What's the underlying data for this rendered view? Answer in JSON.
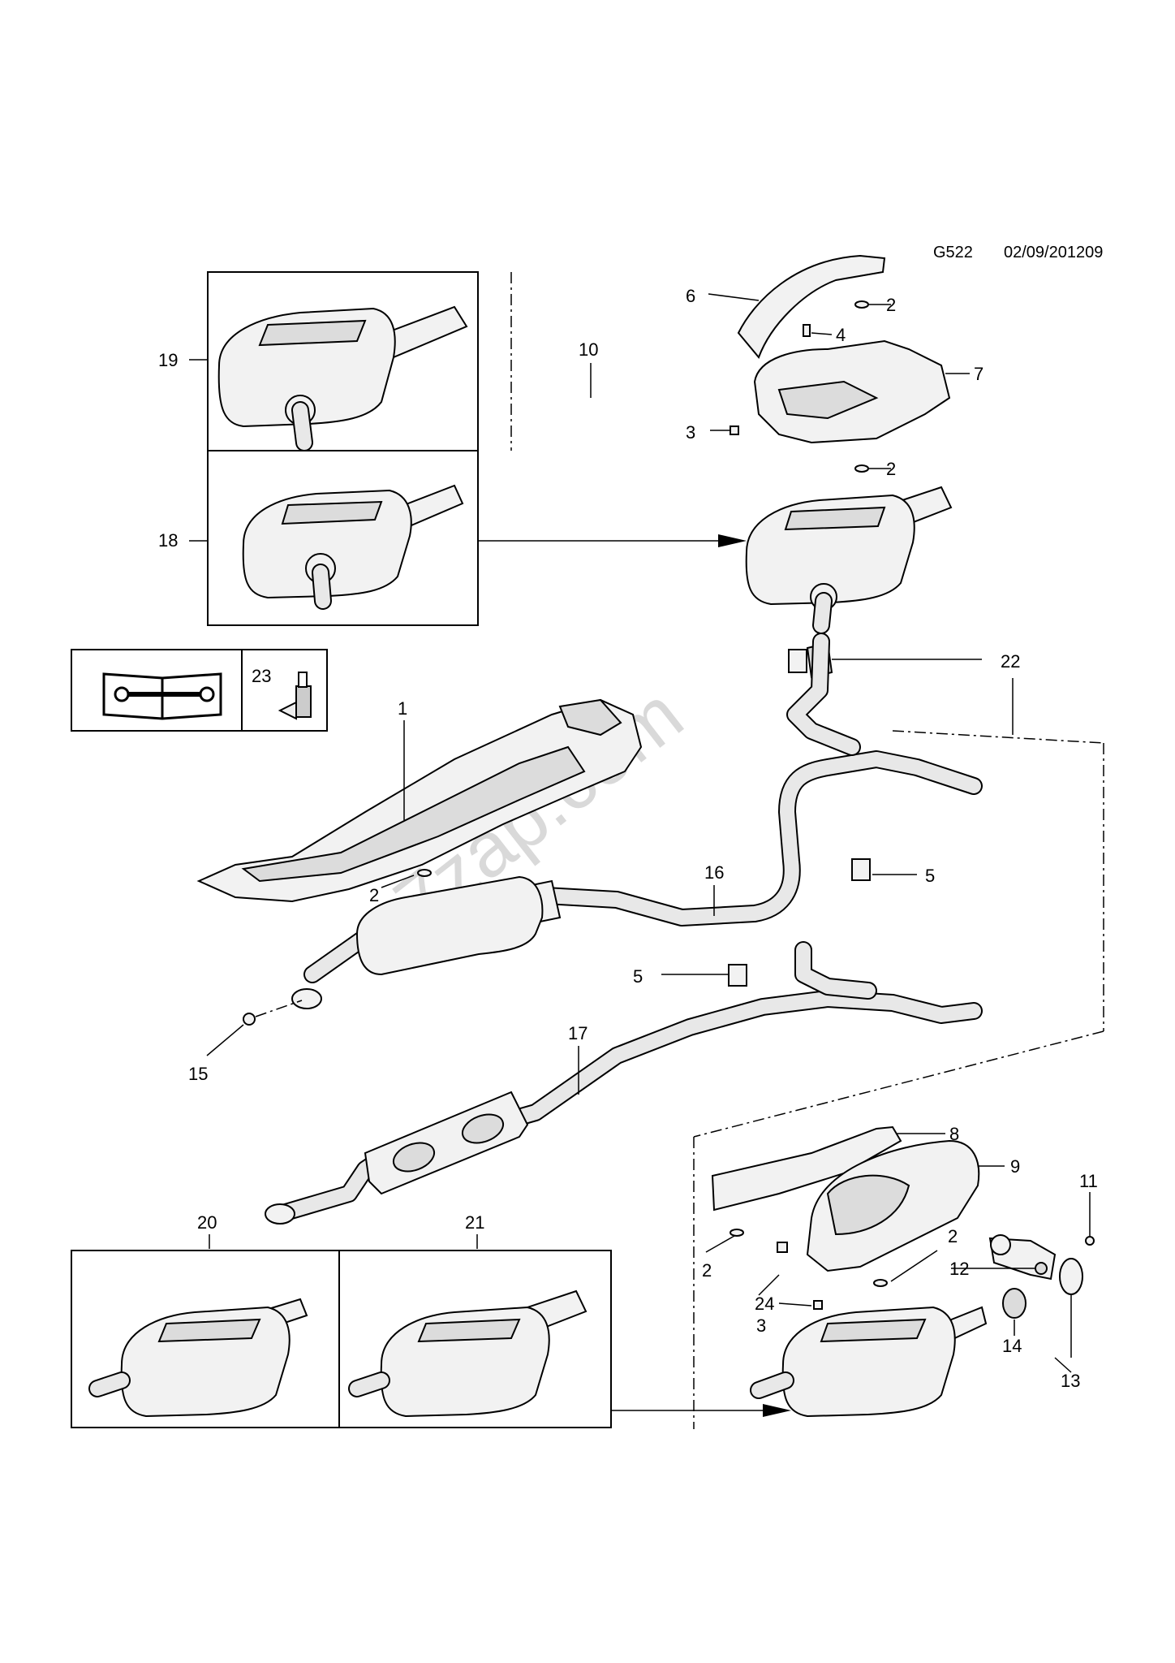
{
  "header": {
    "code": "G522",
    "date": "02/09/201209"
  },
  "watermark": "7zap.com",
  "callouts": [
    {
      "id": "c1",
      "text": "1"
    },
    {
      "id": "c2a",
      "text": "2"
    },
    {
      "id": "c2b",
      "text": "2"
    },
    {
      "id": "c2c",
      "text": "2"
    },
    {
      "id": "c2d",
      "text": "2"
    },
    {
      "id": "c2e",
      "text": "2"
    },
    {
      "id": "c3a",
      "text": "3"
    },
    {
      "id": "c3b",
      "text": "3"
    },
    {
      "id": "c4",
      "text": "4"
    },
    {
      "id": "c5a",
      "text": "5"
    },
    {
      "id": "c5b",
      "text": "5"
    },
    {
      "id": "c6",
      "text": "6"
    },
    {
      "id": "c7",
      "text": "7"
    },
    {
      "id": "c8",
      "text": "8"
    },
    {
      "id": "c9",
      "text": "9"
    },
    {
      "id": "c10",
      "text": "10"
    },
    {
      "id": "c11",
      "text": "11"
    },
    {
      "id": "c12",
      "text": "12"
    },
    {
      "id": "c13",
      "text": "13"
    },
    {
      "id": "c14",
      "text": "14"
    },
    {
      "id": "c15",
      "text": "15"
    },
    {
      "id": "c16",
      "text": "16"
    },
    {
      "id": "c17",
      "text": "17"
    },
    {
      "id": "c18",
      "text": "18"
    },
    {
      "id": "c19",
      "text": "19"
    },
    {
      "id": "c20",
      "text": "20"
    },
    {
      "id": "c21",
      "text": "21"
    },
    {
      "id": "c22",
      "text": "22"
    },
    {
      "id": "c23",
      "text": "23"
    },
    {
      "id": "c24",
      "text": "24"
    }
  ],
  "icons": {
    "manual": "repair-manual-icon",
    "sealant": "sealant-tube-icon"
  }
}
